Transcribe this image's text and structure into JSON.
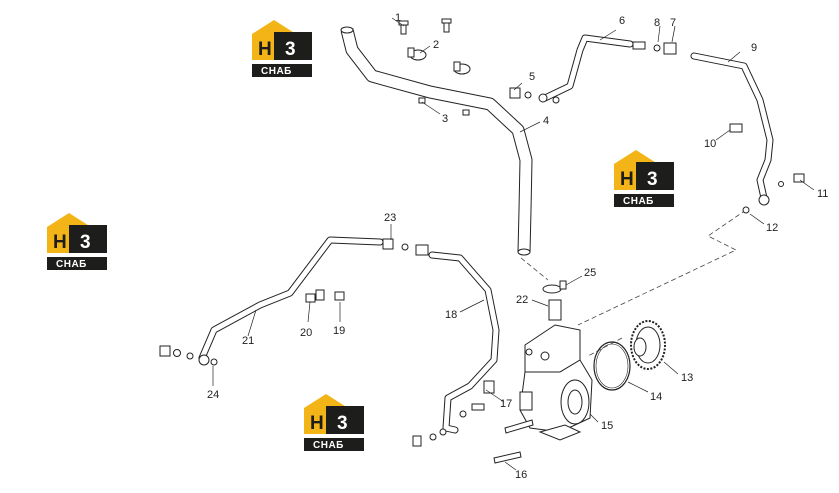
{
  "diagram": {
    "callouts": [
      {
        "id": "c1",
        "label": "1"
      },
      {
        "id": "c2",
        "label": "2"
      },
      {
        "id": "c3",
        "label": "3"
      },
      {
        "id": "c4",
        "label": "4"
      },
      {
        "id": "c5",
        "label": "5"
      },
      {
        "id": "c6",
        "label": "6"
      },
      {
        "id": "c7",
        "label": "7"
      },
      {
        "id": "c8",
        "label": "8"
      },
      {
        "id": "c9",
        "label": "9"
      },
      {
        "id": "c10",
        "label": "10"
      },
      {
        "id": "c11",
        "label": "11"
      },
      {
        "id": "c12",
        "label": "12"
      },
      {
        "id": "c13",
        "label": "13"
      },
      {
        "id": "c14",
        "label": "14"
      },
      {
        "id": "c15",
        "label": "15"
      },
      {
        "id": "c16",
        "label": "16"
      },
      {
        "id": "c17",
        "label": "17"
      },
      {
        "id": "c18",
        "label": "18"
      },
      {
        "id": "c19",
        "label": "19"
      },
      {
        "id": "c20",
        "label": "20"
      },
      {
        "id": "c21",
        "label": "21"
      },
      {
        "id": "c22",
        "label": "22"
      },
      {
        "id": "c23",
        "label": "23"
      },
      {
        "id": "c24",
        "label": "24"
      },
      {
        "id": "c25",
        "label": "25"
      }
    ]
  },
  "watermark": {
    "letter": "H",
    "digit": "3",
    "word": "СНАБ",
    "colors": {
      "yellow": "#f2b417",
      "dark": "#1d1d1b"
    }
  }
}
